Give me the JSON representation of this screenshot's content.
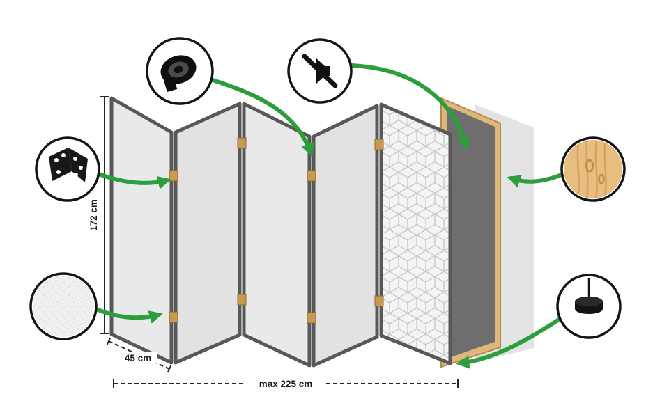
{
  "labels": {
    "height": "172 cm",
    "panel_width": "45 cm",
    "max_width": "max 225 cm"
  },
  "icons": {
    "top_left": "adhesive-tape-icon",
    "top_center": "sound-off-icon",
    "left_upper": "hinge-icon",
    "left_lower": "fleece-texture-icon",
    "right_upper": "wood-texture-icon",
    "right_lower": "mounting-pin-icon"
  },
  "colors": {
    "arrow_green": "#2d9e3c",
    "panel_face": "#e9e9e9",
    "panel_face_shaded": "#e2e2e2",
    "panel_edge": "#585858",
    "pattern_line": "#c7c7c7",
    "hinge_tan": "#c79a52",
    "frame_wood": "#dfb77c",
    "core_gray": "#6e6e6e",
    "back_panel": "#e3e3e3",
    "icon_black": "#121212",
    "dimension_text": "#1c1c1c"
  }
}
